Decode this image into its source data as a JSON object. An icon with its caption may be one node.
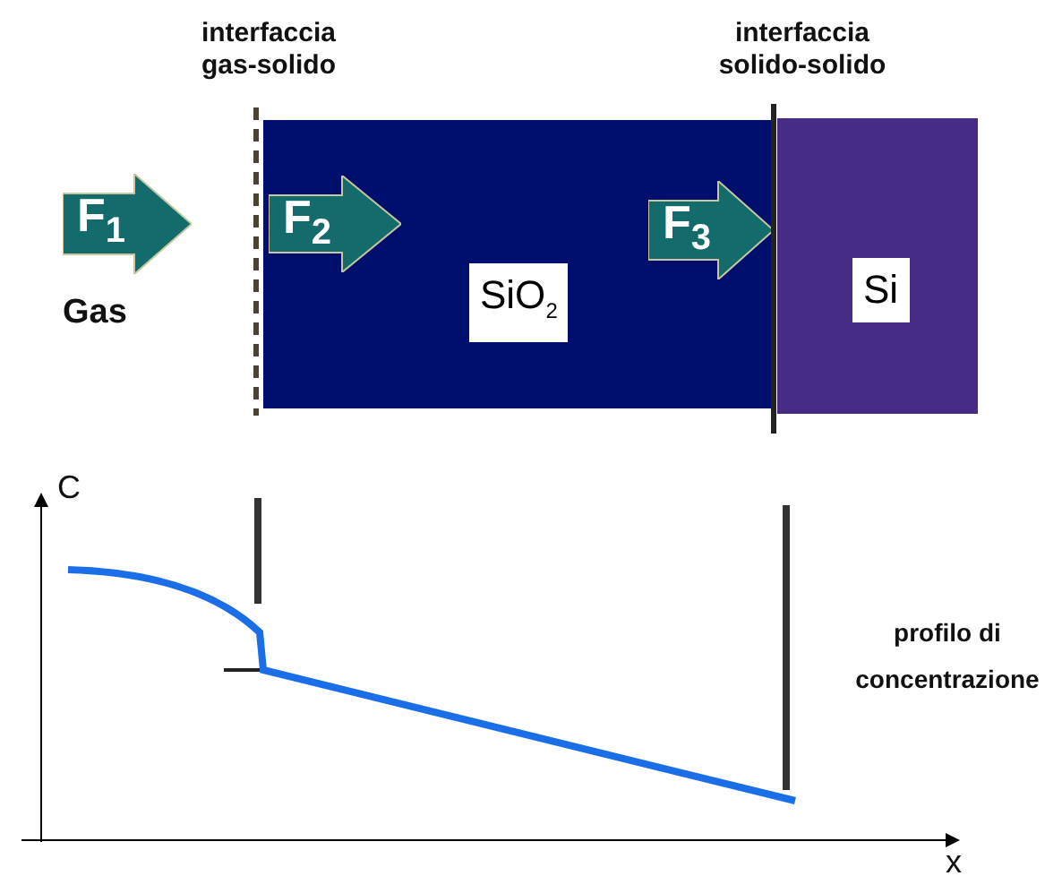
{
  "diagram": {
    "nodes": [
      {
        "text": [
          "SiO$_{2}$"
        ]
      },
      {
        "text": [
          "Si"
        ]
      },
      {
        "text": [
          "F$_{1}$"
        ]
      },
      {
        "text": [
          "F$_{2}$"
        ],
        "in": 0
      },
      {
        "text": [
          "F$_{3}$"
        ],
        "in": 0
      }
    ],
    "edges": [],
    "labels": [
      "interfaccia gas-solido",
      "interfaccia solido-solido",
      "Gas",
      "C",
      "profilo di concentrazione",
      "x"
    ]
  }
}
